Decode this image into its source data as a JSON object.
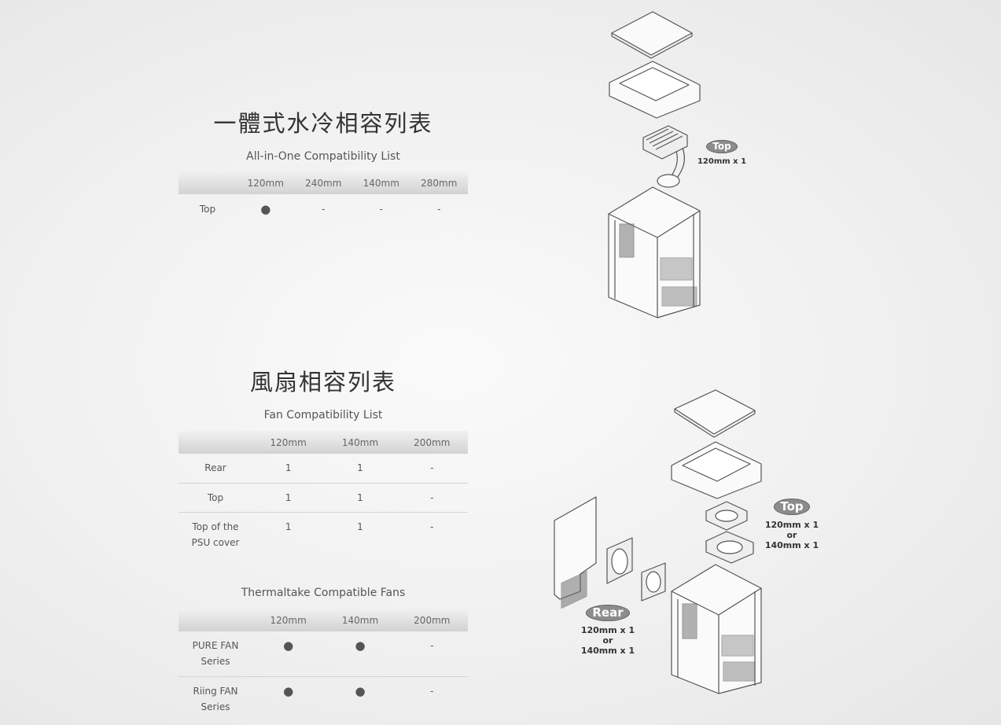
{
  "aio": {
    "title_cn": "一體式水冷相容列表",
    "title_en": "All-in-One Compatibility List",
    "headers": [
      "",
      "120mm",
      "240mm",
      "140mm",
      "280mm"
    ],
    "rows": [
      {
        "label": "Top",
        "cells": [
          "●",
          "-",
          "-",
          "-"
        ]
      }
    ]
  },
  "fan": {
    "title_cn": "風扇相容列表",
    "title_en": "Fan Compatibility List",
    "headers": [
      "",
      "120mm",
      "140mm",
      "200mm"
    ],
    "rows": [
      {
        "label": "Rear",
        "cells": [
          "1",
          "1",
          "-"
        ]
      },
      {
        "label": "Top",
        "cells": [
          "1",
          "1",
          "-"
        ]
      },
      {
        "label_lines": [
          "Top of the",
          "PSU cover"
        ],
        "cells": [
          "1",
          "1",
          "-"
        ]
      }
    ]
  },
  "tt_fans": {
    "title_en": "Thermaltake Compatible Fans",
    "headers": [
      "",
      "120mm",
      "140mm",
      "200mm"
    ],
    "rows": [
      {
        "label_lines": [
          "PURE FAN",
          "Series"
        ],
        "cells": [
          "●",
          "●",
          "-"
        ]
      },
      {
        "label_lines": [
          "Riing FAN",
          "Series"
        ],
        "cells": [
          "●",
          "●",
          "-"
        ]
      }
    ]
  },
  "diagram_top": {
    "badge": "Top",
    "spec": "120mm x 1"
  },
  "diagram_bottom": {
    "top_badge": "Top",
    "top_spec": [
      "120mm x 1",
      "or",
      "140mm x 1"
    ],
    "rear_badge": "Rear",
    "rear_spec": [
      "120mm x 1",
      "or",
      "140mm x 1"
    ]
  }
}
